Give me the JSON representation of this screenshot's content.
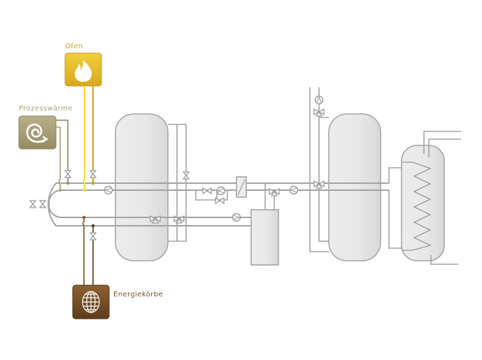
{
  "labels": {
    "oven": "Ofen",
    "process_heat": "Prozesswärme",
    "energy_baskets": "Energiekörbe"
  },
  "icons": {
    "oven": "flame-icon",
    "process_heat": "spiral-arrow-icon",
    "energy_baskets": "globe-basket-icon"
  },
  "colors": {
    "oven": "#e2b92a",
    "oven_line": "#f1dc38",
    "oven_return": "#d4a11c",
    "process_heat": "#a9a07a",
    "process_heat_line": "#b4a67c",
    "energy_baskets": "#7a5126",
    "energy_baskets_line": "#8e6235",
    "pipe": "#a3a3a3",
    "tank_fill": "#e6e6e6"
  }
}
